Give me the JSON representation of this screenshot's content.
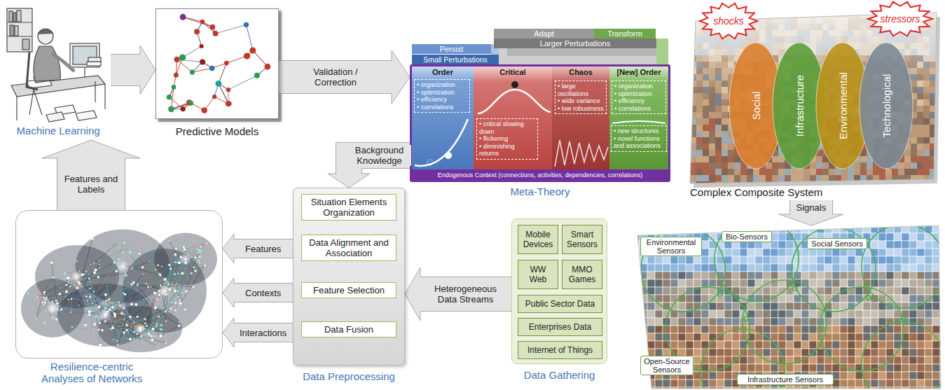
{
  "diagram": {
    "nodes": [
      {
        "text": [
          "Machine Learning"
        ]
      },
      {
        "text": [
          "Predictive Models"
        ]
      },
      {
        "text": [
          "Adapt"
        ]
      },
      {
        "text": [
          "Transform"
        ]
      },
      {
        "text": [
          "Larger Perturbations"
        ]
      },
      {
        "text": [
          "Persist"
        ]
      },
      {
        "text": [
          "Small Perturbations"
        ]
      },
      {
        "text": [
          "Endogenous Context (connections, activities, dependencies, correlations)",
          "Meta-Theory"
        ]
      },
      {
        "text": [
          "Order"
        ],
        "in": 7
      },
      {
        "text": [
          "• organization",
          "• optimization",
          "• efficiency",
          "• correlations"
        ],
        "in": 8
      },
      {
        "text": [
          "Critical"
        ],
        "in": 7
      },
      {
        "text": [
          "• critical slowing down",
          "• flickering",
          "• diminishing returns"
        ],
        "in": 10
      },
      {
        "text": [
          "Chaos"
        ],
        "in": 7
      },
      {
        "text": [
          "• large oscillations",
          "• wide variance",
          "• low robustness"
        ],
        "in": 12
      },
      {
        "text": [
          "[New] Order"
        ],
        "in": 7
      },
      {
        "text": [
          "• organization",
          "• optimization",
          "• efficiency",
          "• correlations"
        ],
        "in": 14
      },
      {
        "text": [
          "• new structures",
          "• novel functions and associations"
        ],
        "in": 14
      },
      {
        "text": [
          "Complex Composite System"
        ]
      },
      {
        "text": [
          "shocks"
        ],
        "in": 17
      },
      {
        "text": [
          "stressors"
        ],
        "in": 17
      },
      {
        "text": [
          "Social"
        ],
        "in": 17
      },
      {
        "text": [
          "Infrastructure"
        ],
        "in": 17
      },
      {
        "text": [
          "Environmental"
        ],
        "in": 17
      },
      {
        "text": [
          "Technological"
        ],
        "in": 17
      },
      {
        "text": [
          "Resilience-centric Analyses of Networks"
        ]
      },
      {
        "text": [
          "Data Preprocessing"
        ]
      },
      {
        "text": [
          "Situation Elements Organization"
        ],
        "in": 25
      },
      {
        "text": [
          "Data Alignment and Association"
        ],
        "in": 25
      },
      {
        "text": [
          "Feature Selection"
        ],
        "in": 25
      },
      {
        "text": [
          "Data Fusion"
        ],
        "in": 25
      },
      {
        "text": [
          "Data Gathering"
        ]
      },
      {
        "text": [
          "Mobile Devices"
        ],
        "in": 30
      },
      {
        "text": [
          "Smart Sensors"
        ],
        "in": 30
      },
      {
        "text": [
          "WW Web"
        ],
        "in": 30
      },
      {
        "text": [
          "MMO Games"
        ],
        "in": 30
      },
      {
        "text": [
          "Public Sector Data"
        ],
        "in": 30
      },
      {
        "text": [
          "Enterprises Data"
        ],
        "in": 30
      },
      {
        "text": [
          "Internet of Things"
        ],
        "in": 30
      },
      {
        "text": []
      },
      {
        "text": [
          "Environmental Sensors"
        ],
        "in": 38
      },
      {
        "text": [
          "Bio-Sensors"
        ],
        "in": 38
      },
      {
        "text": [
          "Social Sensors"
        ],
        "in": 38
      },
      {
        "text": [
          "Open-Source Sensors"
        ],
        "in": 38
      },
      {
        "text": [
          "Infrastructure Sensors"
        ],
        "in": 38
      }
    ],
    "edges": [
      {
        "from": 0,
        "to": 1,
        "arrow": "to"
      },
      {
        "from": 1,
        "to": 7,
        "label": "Validation / Correction",
        "arrow": "to"
      },
      {
        "from": 7,
        "to": 25,
        "label": "Background Knowledge",
        "arrow": "to"
      },
      {
        "from": 17,
        "to": 38,
        "label": "Signals",
        "arrow": "to"
      },
      {
        "from": 30,
        "to": 25,
        "label": "Heterogeneous Data Streams",
        "arrow": "to"
      },
      {
        "from": 26,
        "to": 27,
        "arrow": "to"
      },
      {
        "from": 27,
        "to": 28,
        "arrow": "to"
      },
      {
        "from": 28,
        "to": 29,
        "arrow": "to"
      },
      {
        "from": 25,
        "to": 24,
        "label": "Features",
        "arrow": "to"
      },
      {
        "from": 25,
        "to": 24,
        "label": "Contexts",
        "arrow": "to"
      },
      {
        "from": 25,
        "to": 24,
        "label": "Interactions",
        "arrow": "to"
      },
      {
        "from": 24,
        "to": 0,
        "label": "Features and Labels",
        "arrow": "to"
      }
    ]
  }
}
